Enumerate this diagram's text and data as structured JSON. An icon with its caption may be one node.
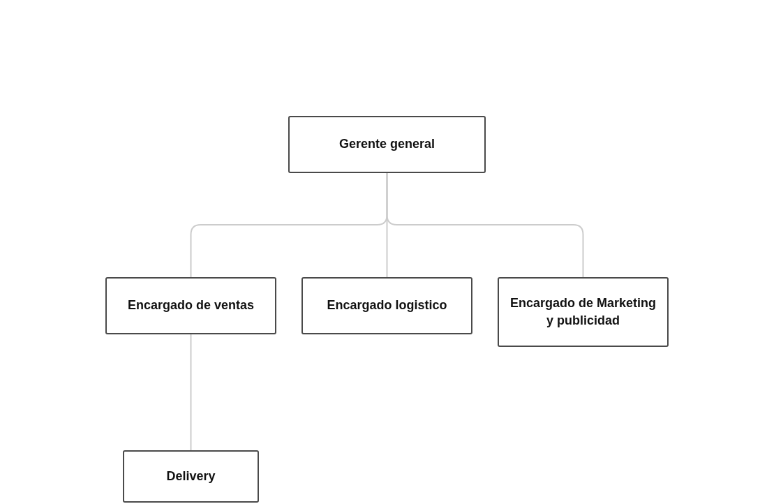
{
  "diagram": {
    "nodes": [
      {
        "text": [
          "Gerente general"
        ]
      },
      {
        "text": [
          "Encargado de ventas"
        ]
      },
      {
        "text": [
          "Encargado logistico"
        ]
      },
      {
        "text": [
          "Encargado de Marketing y publicidad"
        ]
      },
      {
        "text": [
          "Delivery"
        ]
      }
    ],
    "edges": [
      {
        "from": 0,
        "to": 1,
        "arrow": "none"
      },
      {
        "from": 0,
        "to": 2,
        "arrow": "none"
      },
      {
        "from": 0,
        "to": 3,
        "arrow": "none"
      },
      {
        "from": 1,
        "to": 4,
        "arrow": "none"
      }
    ]
  }
}
